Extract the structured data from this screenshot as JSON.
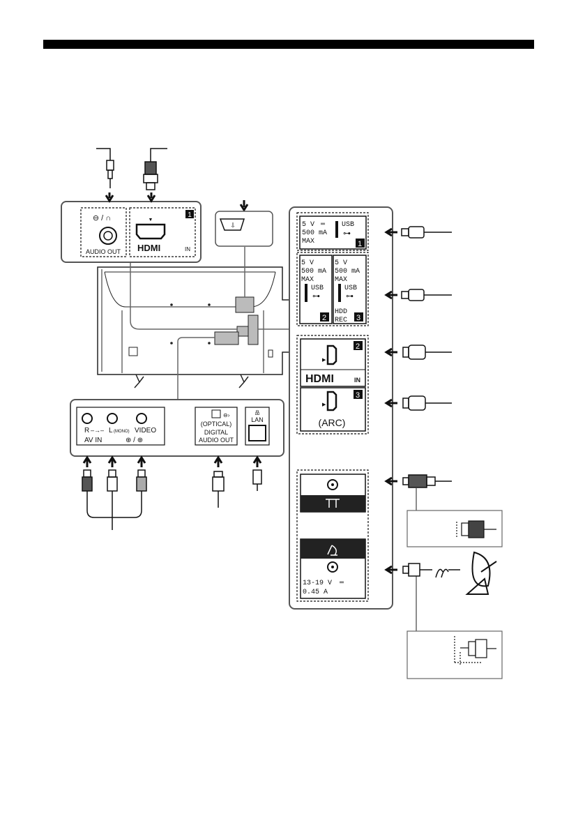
{
  "panel_top": {
    "audio_out": {
      "label": "AUDIO OUT",
      "icon": "headphone-jack-icon"
    },
    "hdmi1": {
      "number": "1",
      "logo": "HDMI",
      "suffix": "IN"
    }
  },
  "panel_lower": {
    "av_in": {
      "channel_r": "R",
      "channel_l": "L",
      "mono_note": "(MONO)",
      "video": "VIDEO",
      "label": "AV IN"
    },
    "optical": {
      "line1": "(OPTICAL)",
      "line2": "DIGITAL",
      "line3": "AUDIO OUT"
    },
    "lan": {
      "label": "LAN"
    }
  },
  "panel_right": {
    "usb1": {
      "voltage": "5 V",
      "current": "500 mA",
      "max": "MAX",
      "label": "USB",
      "number": "1"
    },
    "usb2": {
      "voltage": "5 V",
      "current": "500 mA",
      "max": "MAX",
      "label": "USB",
      "number": "2"
    },
    "usb3": {
      "voltage": "5 V",
      "current": "500 mA",
      "max": "MAX",
      "label": "USB",
      "hdd": "HDD",
      "rec": "REC",
      "number": "3"
    },
    "hdmi2": {
      "number": "2",
      "logo": "HDMI",
      "suffix": "IN"
    },
    "hdmi3": {
      "number": "3",
      "arc": "(ARC)"
    },
    "satellite": {
      "voltage": "13-19 V",
      "current": "0.45 A"
    }
  }
}
